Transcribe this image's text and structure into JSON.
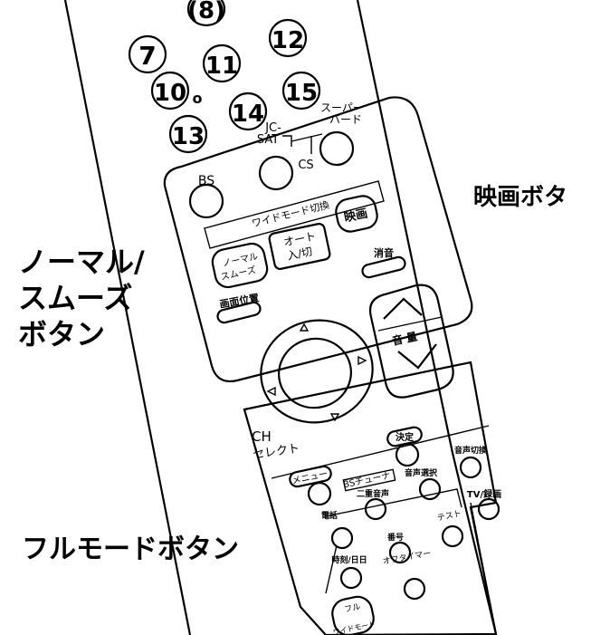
{
  "callouts": {
    "movie_button": "映画ボタ",
    "normal_smooth_line1": "ノーマル/",
    "normal_smooth_line2": "スムーズ",
    "normal_smooth_line3": "ボタン",
    "full_mode_button": "フルモードボタン"
  },
  "number_buttons": [
    "(8)",
    "7",
    "11",
    "12",
    "10",
    "o",
    "15",
    "14",
    "13"
  ],
  "labels": {
    "jcsat": "JC-",
    "jcsat2": "SAT",
    "cs": "CS",
    "super1": "スーパー",
    "super2": "バード",
    "bs": "BS",
    "wide_mode": "ワイドモード切換",
    "movie": "映画",
    "normal1": "ノーマル",
    "normal2": "スムーズ",
    "auto1": "オート",
    "auto2": "入/切",
    "mute": "消音",
    "screen_position": "画面位置",
    "volume": "音 量",
    "ch": "CH",
    "select": "セレクト",
    "decide": "決定",
    "menu": "メニュー",
    "bs_tuner": "BSチューナ",
    "audio_select": "音声選択",
    "audio_switch": "音声切換",
    "bilingual": "二重音声",
    "tv_video": "TV/録画",
    "phone": "電話",
    "test": "テスト",
    "number": "番号",
    "news_date": "時刻/日日",
    "off_timer": "オフタイマー",
    "full": "フル",
    "wide_mode_small": "ワイドモード"
  }
}
